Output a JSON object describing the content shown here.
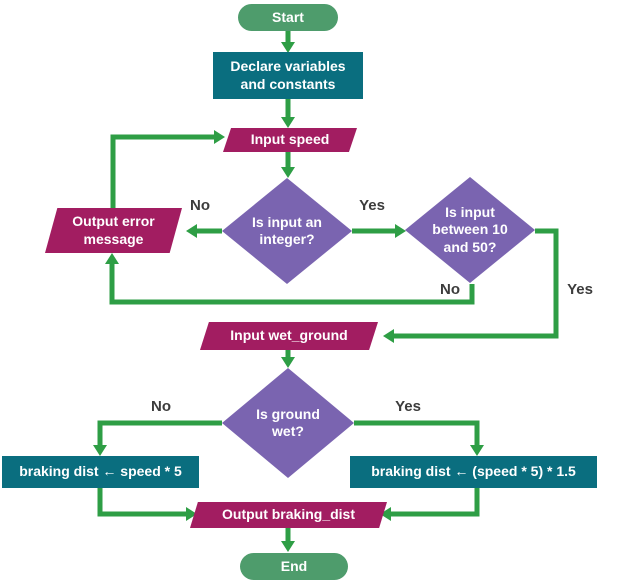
{
  "title": "Braking distance flowchart",
  "colors": {
    "pill": "#4E9C6C",
    "process": "#0A6E7F",
    "io": "#A21D61",
    "decision": "#7A64B0",
    "arrow": "#2E9E45",
    "label": "#3C3C3C",
    "background": "#FFFFFF"
  },
  "nodes": {
    "start": "Start",
    "declare": "Declare variables and constants",
    "input_speed": "Input speed",
    "is_integer": "Is input an integer?",
    "output_error": "Output error message",
    "is_in_range": "Is input between 10 and 50?",
    "input_wet_ground": "Input wet_ground",
    "is_ground_wet": "Is ground wet?",
    "braking_dry": "braking dist ← speed * 5",
    "braking_wet": "braking dist ← (speed * 5) * 1.5",
    "output_braking": "Output braking_dist",
    "end": "End"
  },
  "branch_labels": {
    "integer_no": "No",
    "integer_yes": "Yes",
    "range_yes": "Yes",
    "range_no": "No",
    "wet_no": "No",
    "wet_yes": "Yes"
  }
}
